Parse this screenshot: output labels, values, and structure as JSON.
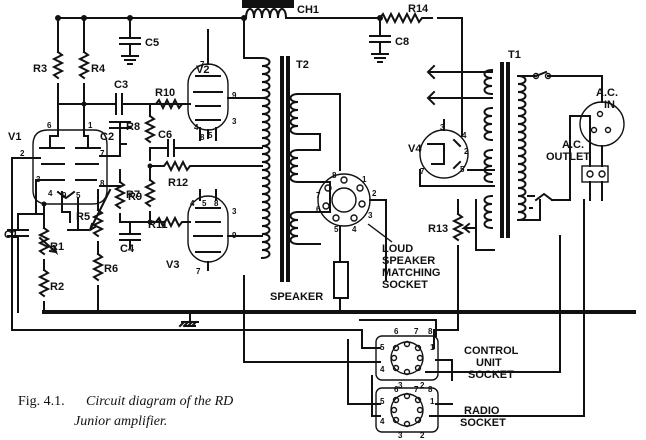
{
  "labels": {
    "ch1": "CH1",
    "r14": "R14",
    "t1": "T1",
    "t2": "T2",
    "r3": "R3",
    "r4": "R4",
    "c5": "C5",
    "c8": "C8",
    "c3": "C3",
    "c2": "C2",
    "r10": "R10",
    "c6": "C6",
    "r8": "R8",
    "r12": "R12",
    "r9": "R9",
    "r11": "R11",
    "r7": "R7",
    "r5": "R5",
    "c4": "C4",
    "r6": "R6",
    "c1": "C1",
    "r1": "R1",
    "r2": "R2",
    "v1": "V1",
    "v2": "V2",
    "v3": "V3",
    "v4": "V4",
    "r13": "R13",
    "speaker": "SPEAKER",
    "ac_in_line1": "A.C.",
    "ac_in_line2": "IN",
    "ac_outlet_line1": "A.C.",
    "ac_outlet_line2": "OUTLET",
    "loudspeaker_line1": "LOUD",
    "loudspeaker_line2": "SPEAKER",
    "loudspeaker_line3": "MATCHING",
    "loudspeaker_line4": "SOCKET",
    "control_line1": "CONTROL",
    "control_line2": "UNIT",
    "control_line3": "SOCKET",
    "radio_line1": "RADIO",
    "radio_line2": "SOCKET"
  },
  "pins": {
    "v1": [
      "6",
      "1",
      "2",
      "3",
      "4",
      "8",
      "7",
      "5",
      "9"
    ],
    "v2": [
      "7",
      "9",
      "3",
      "4",
      "5",
      "8"
    ],
    "v3": [
      "4",
      "5",
      "8",
      "3",
      "9",
      "7"
    ],
    "v4": [
      "3",
      "4",
      "2",
      "7",
      "5"
    ],
    "lsp": [
      "8",
      "1",
      "2",
      "7",
      "6",
      "5",
      "4",
      "3"
    ],
    "ctl": [
      "6",
      "7",
      "8",
      "5",
      "1",
      "4",
      "3",
      "2"
    ],
    "rad": [
      "6",
      "7",
      "8",
      "5",
      "1",
      "4",
      "3",
      "2"
    ]
  },
  "caption": {
    "fig": "Fig. 4.1.",
    "line1": "Circuit diagram of the RD",
    "line2": "Junior amplifier."
  }
}
